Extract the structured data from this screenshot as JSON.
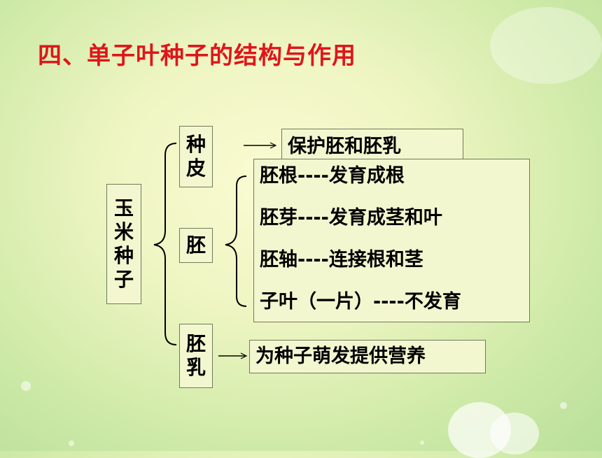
{
  "title": "四、单子叶种子的结构与作用",
  "diagram": {
    "root": [
      "玉",
      "米",
      "种",
      "子"
    ],
    "parts": {
      "seed_coat": [
        "种",
        "皮"
      ],
      "embryo": [
        "胚"
      ],
      "endosperm": [
        "胚",
        "乳"
      ]
    },
    "functions": {
      "seed_coat": "保护胚和胚乳",
      "endosperm": "为种子萌发提供营养"
    },
    "embryo_parts": [
      "胚根----发育成根",
      "胚芽----发育成茎和叶",
      "胚轴----连接根和茎",
      "子叶（一片）----不发育"
    ]
  }
}
